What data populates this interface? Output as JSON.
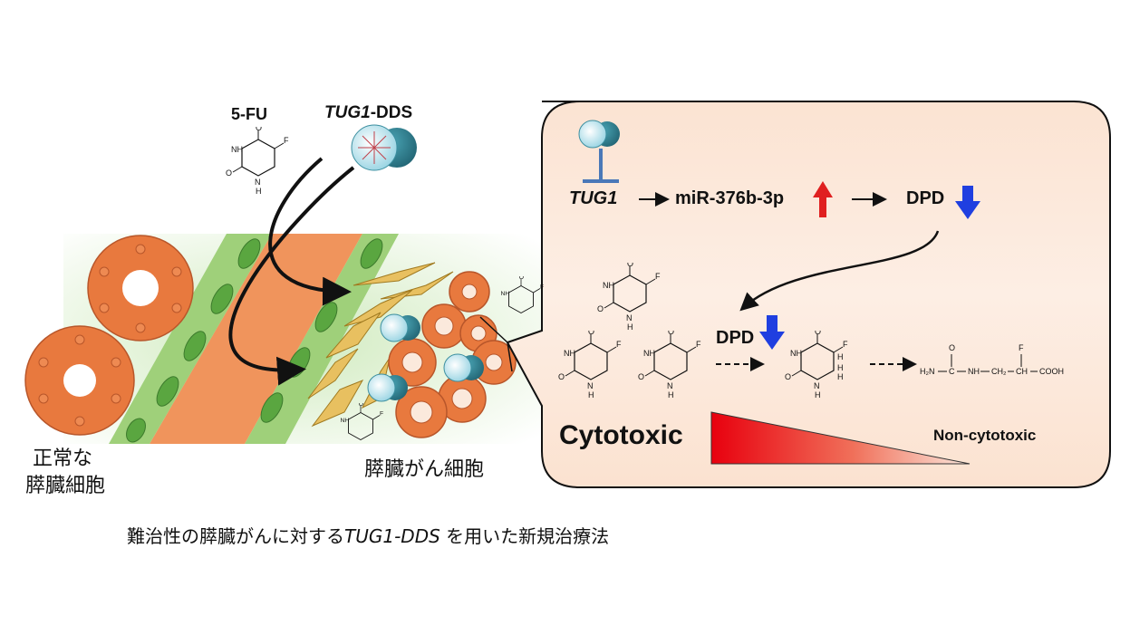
{
  "labels": {
    "fu": "5-FU",
    "tug1_dds_italic": "TUG1",
    "tug1_dds_suffix": "-DDS",
    "normal_cells_line1": "正常な",
    "normal_cells_line2": "膵臓細胞",
    "cancer_cells": "膵臓がん細胞"
  },
  "panel": {
    "tug1": "TUG1",
    "mirna": "miR-376b-3p",
    "dpd_top": "DPD",
    "dpd_mid": "DPD",
    "cytotoxic": "Cytotoxic",
    "non_cytotoxic": "Non-cytotoxic"
  },
  "chem": {
    "F": "F",
    "O": "O",
    "NH": "NH",
    "N": "N",
    "H": "H",
    "H2N": "H₂N",
    "C": "C",
    "CH2": "CH₂",
    "CH": "CH",
    "COOH": "COOH"
  },
  "caption": {
    "prefix": "難治性の膵臓がんに対する",
    "italic": "TUG1-DDS",
    "suffix": " を用いた新規治療法"
  },
  "colors": {
    "cell_orange": "#e8793e",
    "vessel_orange": "#f0945c",
    "vessel_green": "#7fbf5a",
    "nanoparticle_teal": "#2f7f8f",
    "panel_bg": "#fbe6d6",
    "up_arrow": "#e02020",
    "down_arrow": "#1f3fe0",
    "inhibit": "#4a78b8"
  }
}
